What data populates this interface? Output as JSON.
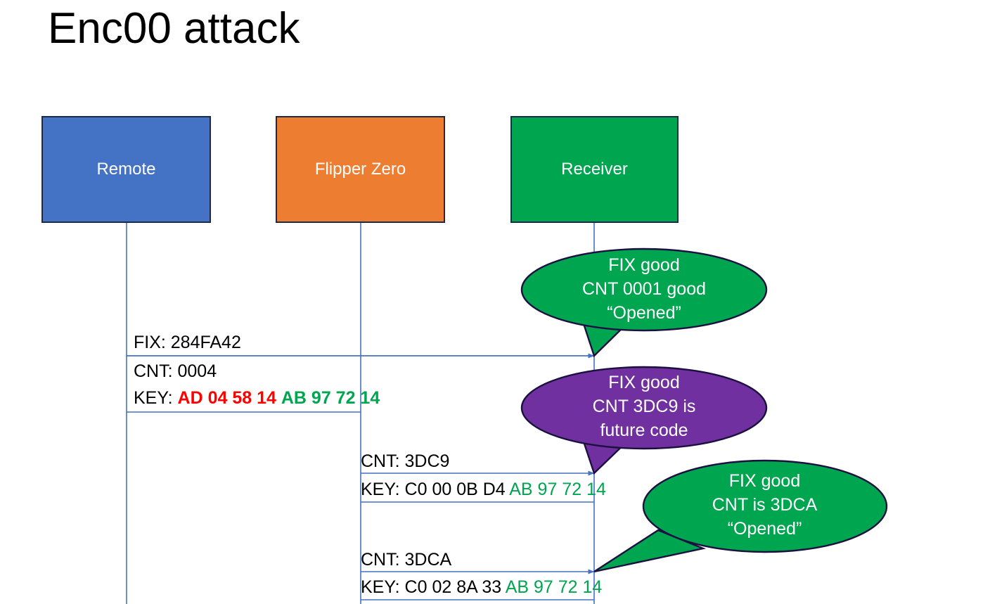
{
  "title": "Enc00 attack",
  "colors": {
    "remote_fill": "#4472c4",
    "flipper_fill": "#ed7d31",
    "receiver_fill": "#00a550",
    "bubble_green": "#00a550",
    "bubble_purple": "#7030a0",
    "border": "#1b2a49",
    "lifeline": "#4472c4",
    "key_red": "#ff0000",
    "key_green": "#00a550"
  },
  "actors": [
    {
      "id": "remote",
      "label": "Remote"
    },
    {
      "id": "flipper",
      "label": "Flipper Zero"
    },
    {
      "id": "receiver",
      "label": "Receiver"
    }
  ],
  "messages": [
    {
      "id": "m1",
      "from": "remote",
      "to": "receiver",
      "line1": "FIX: 284FA42"
    },
    {
      "id": "m2",
      "from": "remote",
      "to": "receiver",
      "line1": "CNT: 0004",
      "key_prefix": "KEY: ",
      "key_red": "AD 04 58 14",
      "key_green": "AB 97 72 14"
    },
    {
      "id": "m3",
      "from": "flipper",
      "to": "receiver",
      "line1": "CNT: 3DC9",
      "key_prefix": "KEY: C0 00 0B D4 ",
      "key_green": "AB 97 72 14"
    },
    {
      "id": "m4",
      "from": "flipper",
      "to": "receiver",
      "line1": "CNT: 3DCA",
      "key_prefix": "KEY: C0 02 8A 33 ",
      "key_green": "AB 97 72 14"
    }
  ],
  "bubbles": [
    {
      "id": "b1",
      "color": "green",
      "lines": [
        "FIX good",
        "CNT 0001 good",
        "“Opened”"
      ],
      "line1": "FIX good",
      "line2": "CNT 0001 good",
      "line3": "“Opened”"
    },
    {
      "id": "b2",
      "color": "purple",
      "lines": [
        "FIX good",
        "CNT 3DC9 is",
        "future code"
      ],
      "line1": "FIX good",
      "line2": "CNT 3DC9 is",
      "line3": "future code"
    },
    {
      "id": "b3",
      "color": "green",
      "lines": [
        "FIX good",
        "CNT is 3DCA",
        "“Opened”"
      ],
      "line1": "FIX good",
      "line2": "CNT is 3DCA",
      "line3": "“Opened”"
    }
  ]
}
